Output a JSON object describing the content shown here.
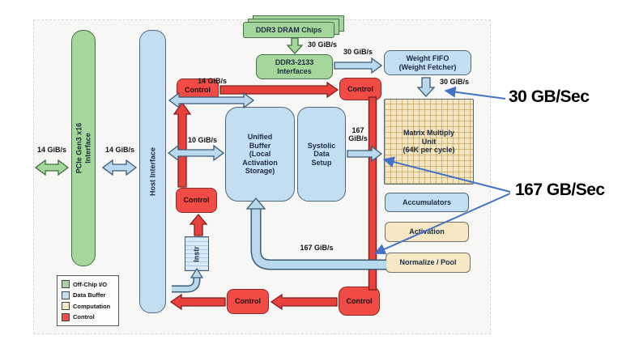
{
  "colors": {
    "offchip_green": "#a5d69b",
    "data_buffer_blue": "#c2dff2",
    "computation_tan": "#f6e8c5",
    "control_red": "#f14b46",
    "annotation_blue": "#4472c4"
  },
  "boxes": {
    "pcie": {
      "lines": [
        "PCIe Gen3 x16",
        "Interface"
      ]
    },
    "host": {
      "label": "Host Interface"
    },
    "ddr3_chips": {
      "label": "DDR3 DRAM Chips"
    },
    "ddr3_if": {
      "lines": [
        "DDR3-2133",
        "Interfaces"
      ]
    },
    "weight_fifo": {
      "lines": [
        "Weight FIFO",
        "(Weight Fetcher)"
      ]
    },
    "control": {
      "label": "Control"
    },
    "unified_buffer": {
      "lines": [
        "Unified",
        "Buffer",
        "(Local",
        "Activation",
        "Storage)"
      ]
    },
    "systolic": {
      "lines": [
        "Systolic",
        "Data",
        "Setup"
      ]
    },
    "mmu": {
      "lines": [
        "Matrix Multiply",
        "Unit",
        "(64K per cycle)"
      ]
    },
    "accumulators": {
      "label": "Accumulators"
    },
    "activation": {
      "label": "Activation"
    },
    "normalize": {
      "label": "Normalize / Pool"
    },
    "instr": {
      "label": "Instr"
    }
  },
  "bandwidth": {
    "pcie_left": "14 GiB/s",
    "pcie_host": "14 GiB/s",
    "host_ddr": "14 GiB/s",
    "dram_down": "30 GiB/s",
    "ddr_fifo": "30 GiB/s",
    "fifo_mmu": "30 GiB/s",
    "host_ub": "10 GiB/s",
    "systolic_mmu_line1": "167",
    "systolic_mmu_line2": "GiB/s",
    "pipe": "167 GiB/s"
  },
  "annotations": {
    "fifo_rate": "30 GB/Sec",
    "ub_rate": "167 GB/Sec"
  },
  "legend": {
    "items": [
      {
        "label": "Off-Chip I/O",
        "color": "#a5d69b"
      },
      {
        "label": "Data Buffer",
        "color": "#c2dff2"
      },
      {
        "label": "Computation",
        "color": "#f6e8c5"
      },
      {
        "label": "Control",
        "color": "#f14b46"
      }
    ]
  }
}
